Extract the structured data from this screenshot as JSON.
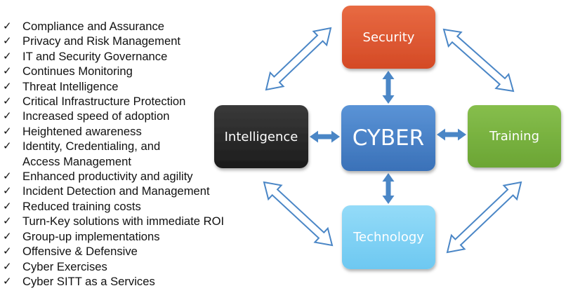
{
  "checklist": {
    "check_icon": "✓",
    "items": [
      "Compliance and Assurance",
      "Privacy and Risk Management",
      "IT and Security Governance",
      "Continues Monitoring",
      "Threat Intelligence",
      "Critical Infrastructure Protection",
      "Increased speed of adoption",
      "Heightened awareness",
      "Identity, Credentialing, and\nAccess Management",
      "Enhanced productivity and agility",
      "Incident Detection and Management",
      "Reduced training costs",
      "Turn-Key solutions with immediate ROI",
      "Group-up implementations",
      "Offensive & Defensive",
      "Cyber Exercises",
      "Cyber SITT as a Services"
    ]
  },
  "diagram": {
    "center": {
      "label": "CYBER",
      "color": "#3F7BC6"
    },
    "nodes": {
      "security": {
        "label": "Security",
        "color": "#E05530"
      },
      "intelligence": {
        "label": "Intelligence",
        "color": "#262626"
      },
      "training": {
        "label": "Training",
        "color": "#77B13F"
      },
      "technology": {
        "label": "Technology",
        "color": "#7FD2F5"
      }
    },
    "arrow_color": "#4A86C6"
  }
}
